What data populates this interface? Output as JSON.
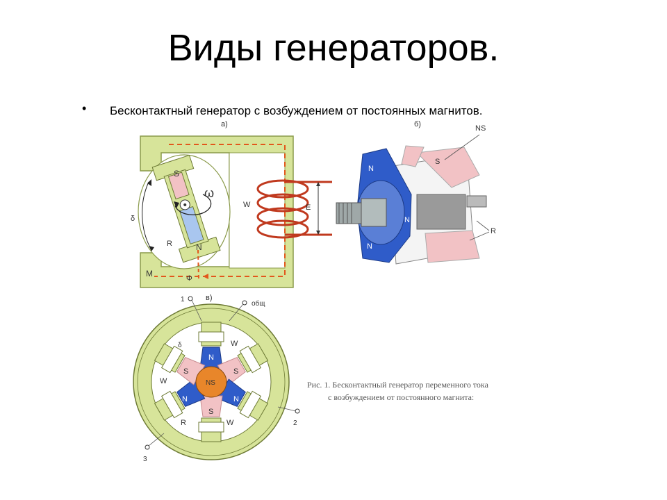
{
  "slide": {
    "title": "Виды генераторов.",
    "bullet": "Бесконтактный генератор с возбуждением от постоянных магнитов."
  },
  "figure": {
    "part_labels": {
      "a": "а)",
      "b": "б)",
      "v": "в)"
    },
    "diagram_a": {
      "pole_s": "S",
      "pole_n": "N",
      "omega": "ω",
      "winding": "W",
      "emf": "E",
      "delta": "δ",
      "rotor": "R",
      "magnetic_core": "M",
      "flux": "Φ"
    },
    "diagram_b": {
      "pole_n": "N",
      "pole_s": "S",
      "ns": "NS",
      "rotor": "R"
    },
    "diagram_v": {
      "terminal_1": "1",
      "terminal_2": "2",
      "terminal_3": "3",
      "common": "общ",
      "delta": "δ",
      "winding": "W",
      "rotor": "R",
      "center": "NS",
      "pole_n": "N",
      "pole_s": "S"
    },
    "caption_line1": "Рис. 1. Бесконтактный генератор переменного тока",
    "caption_line2": "с возбуждением от постоянного магнита:"
  },
  "colors": {
    "yoke_green": "#d7e49a",
    "pole_blue": "#2f5cc9",
    "pole_pink": "#f2c2c5",
    "coil_red": "#c0391e",
    "flux_orange": "#e2571c",
    "center_orange": "#e8862a"
  }
}
